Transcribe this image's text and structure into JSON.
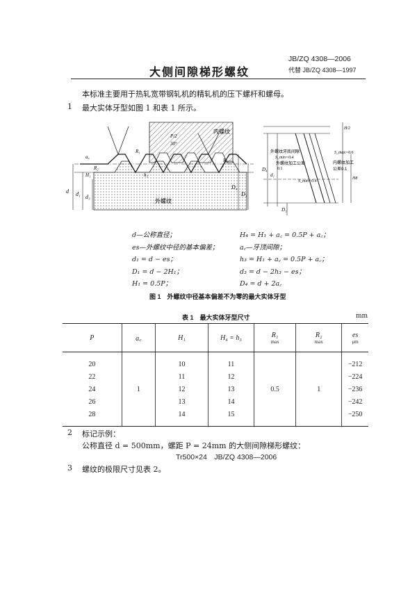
{
  "header": {
    "standard_code": "JB/ZQ 4308—2006",
    "title": "大侧间隙梯形螺纹",
    "replaces": "代替 JB/ZQ 4308—1997"
  },
  "intro": "本标准主要用于热轧宽带钢轧机的精轧机的压下螺杆和螺母。",
  "section1": {
    "num": "1",
    "text": "最大实体牙型如图 1 和表 1 所示。"
  },
  "figure": {
    "labels": {
      "internal_thread": "内螺纹",
      "external_thread": "外螺纹",
      "angle": "30°",
      "p_half": "P/2",
      "R1": "R₁",
      "R2": "R₂",
      "ac": "a꜀",
      "H1": "H₁",
      "h3": "h₃",
      "H4": "H₄",
      "d": "d",
      "d1": "d₁",
      "d3": "d₃",
      "D1": "D₁",
      "D4": "D₄",
      "d2": "d₂",
      "D2": "D₂",
      "Smin1": "S_min=0.4",
      "Smax": "S_max=0.6",
      "ext_root_gap": "外螺纹牙底间隙",
      "ext_tol": "外螺纹加工公差",
      "int_tol": "内螺纹加工",
      "int_tol2": "公差0.1",
      "v01": "0.1",
      "Smin2": "S_min=0.4",
      "h_half": "H/2",
      "h8": "H8"
    },
    "legend_left": [
      "d—公称直径；",
      "es—外螺纹中径的基本偏差；",
      "d₁ = d − es；",
      "D₁ = d − 2H₁；",
      "H₁ = 0.5P；"
    ],
    "legend_right": [
      "H₄ = H₁ + a꜀ = 0.5P + a꜀；",
      "a꜀—牙顶间隙；",
      "h₃ = H₁ + a꜀ = 0.5P + a꜀；",
      "d₃ = d − 2h₃ − es；",
      "D₄ = d + 2a꜀"
    ],
    "caption": "图 1　外螺纹中径基本偏差不为零的最大实体牙型"
  },
  "table": {
    "caption": "表 1　最大实体牙型尺寸",
    "unit": "mm",
    "headers": [
      {
        "main": "P",
        "sub": ""
      },
      {
        "main": "a꜀",
        "sub": ""
      },
      {
        "main": "H₁",
        "sub": ""
      },
      {
        "main": "H₄ = h₃",
        "sub": ""
      },
      {
        "main": "R₁",
        "sub": "max"
      },
      {
        "main": "R₂",
        "sub": "max"
      },
      {
        "main": "es",
        "sub": "μm"
      }
    ],
    "rows": [
      [
        "20",
        "",
        "10",
        "11",
        "",
        "",
        "−212"
      ],
      [
        "22",
        "",
        "11",
        "12",
        "",
        "",
        "−224"
      ],
      [
        "24",
        "1",
        "12",
        "13",
        "0.5",
        "1",
        "−236"
      ],
      [
        "26",
        "",
        "13",
        "14",
        "",
        "",
        "−242"
      ],
      [
        "28",
        "",
        "14",
        "15",
        "",
        "",
        "−250"
      ]
    ]
  },
  "section2": {
    "num": "2",
    "heading": "标记示例：",
    "line": "公称直径 d = 500mm，螺距 P = 24mm 的大侧间隙梯形螺纹：",
    "designation": "Tr500×24　JB/ZQ 4308—2006"
  },
  "section3": {
    "num": "3",
    "text": "螺纹的极限尺寸见表 2。"
  }
}
